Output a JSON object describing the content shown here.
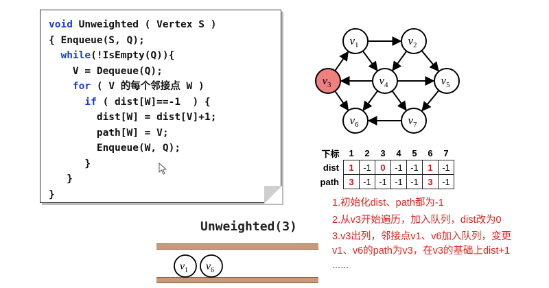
{
  "code": {
    "lines": [
      [
        {
          "t": "void",
          "kw": true
        },
        {
          "t": " Unweighted ( Vertex S )"
        }
      ],
      [
        {
          "t": "{ Enqueue(S, Q);"
        }
      ],
      [
        {
          "t": "  "
        },
        {
          "t": "while",
          "kw": true
        },
        {
          "t": "(!IsEmpty(Q)){"
        }
      ],
      [
        {
          "t": "    V = Dequeue(Q);"
        }
      ],
      [
        {
          "t": "    "
        },
        {
          "t": "for",
          "kw": true
        },
        {
          "t": " ( V 的每个邻接点 W )"
        }
      ],
      [
        {
          "t": "      "
        },
        {
          "t": "if",
          "kw": true
        },
        {
          "t": " ( dist[W]==-1  ) {"
        }
      ],
      [
        {
          "t": "        dist[W] = dist[V]+1;"
        }
      ],
      [
        {
          "t": "        path[W] = V;"
        }
      ],
      [
        {
          "t": "        Enqueue(W, Q);"
        }
      ],
      [
        {
          "t": "      }"
        }
      ],
      [
        {
          "t": "   }"
        }
      ],
      [
        {
          "t": "}"
        }
      ]
    ]
  },
  "graph": {
    "highlight_fill": "#f08080",
    "nodes": [
      {
        "id": "v1",
        "label": "v",
        "sub": "1",
        "highlight": false
      },
      {
        "id": "v2",
        "label": "v",
        "sub": "2",
        "highlight": false
      },
      {
        "id": "v3",
        "label": "v",
        "sub": "3",
        "highlight": true
      },
      {
        "id": "v4",
        "label": "v",
        "sub": "4",
        "highlight": false
      },
      {
        "id": "v5",
        "label": "v",
        "sub": "5",
        "highlight": false
      },
      {
        "id": "v6",
        "label": "v",
        "sub": "6",
        "highlight": false
      },
      {
        "id": "v7",
        "label": "v",
        "sub": "7",
        "highlight": false
      }
    ],
    "edges": [
      [
        "v1",
        "v2"
      ],
      [
        "v1",
        "v4"
      ],
      [
        "v2",
        "v4"
      ],
      [
        "v2",
        "v5"
      ],
      [
        "v3",
        "v1"
      ],
      [
        "v3",
        "v6"
      ],
      [
        "v4",
        "v3"
      ],
      [
        "v4",
        "v5"
      ],
      [
        "v4",
        "v6"
      ],
      [
        "v4",
        "v7"
      ],
      [
        "v5",
        "v7"
      ],
      [
        "v7",
        "v6"
      ]
    ]
  },
  "table": {
    "header_label": "下标",
    "indices": [
      "1",
      "2",
      "3",
      "4",
      "5",
      "6",
      "7"
    ],
    "rows": [
      {
        "label": "dist",
        "values": [
          "1",
          "-1",
          "0",
          "-1",
          "-1",
          "1",
          "-1"
        ],
        "red": [
          0,
          2,
          5
        ]
      },
      {
        "label": "path",
        "values": [
          "3",
          "-1",
          "-1",
          "-1",
          "-1",
          "3",
          "-1"
        ],
        "red": [
          0,
          5
        ]
      }
    ]
  },
  "notes": {
    "n1": "1.初始化dist、path都为-1",
    "n2": "2.从v3开始遍历，加入队列，dist改为0",
    "n3a": "3.v3出列，邻接点v1、v6加入队列，变更",
    "n3b": "v1、v6的path为v3，在v3的基础上dist+1",
    "n3c": "......"
  },
  "queue": {
    "title": "Unweighted(3)",
    "items": [
      {
        "label": "v",
        "sub": "1"
      },
      {
        "label": "v",
        "sub": "6"
      }
    ]
  }
}
